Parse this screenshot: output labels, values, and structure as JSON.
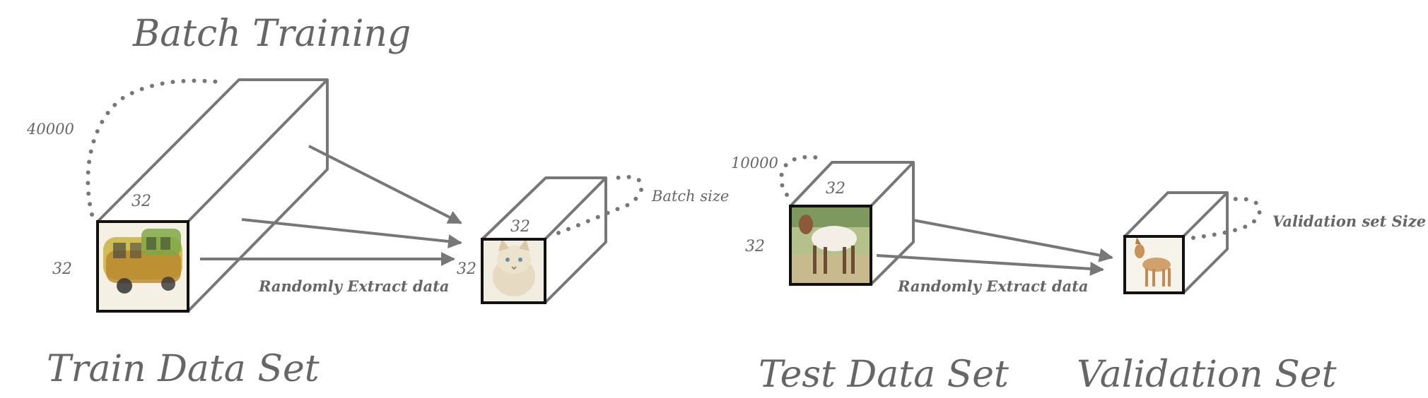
{
  "titles": {
    "batch_training": "Batch Training",
    "train_data_set": "Train Data Set",
    "test_data_set": "Test Data Set",
    "validation_set": "Validation Set"
  },
  "labels": {
    "train_count": "40000",
    "test_count": "10000",
    "batch_size": "Batch size",
    "validation_size": "Validation set Size",
    "randomly_extract_1": "Randomly Extract data",
    "randomly_extract_2": "Randomly Extract data"
  },
  "dimensions": {
    "train_width": "32",
    "train_height": "32",
    "batch_width": "32",
    "batch_height": "32",
    "test_width": "32",
    "test_height": "32"
  },
  "colors": {
    "line": "#777777",
    "text": "#666666",
    "frame": "#111111"
  },
  "thumbnails": {
    "train": "bus",
    "batch": "cat",
    "test": "horse",
    "validation": "dog"
  }
}
